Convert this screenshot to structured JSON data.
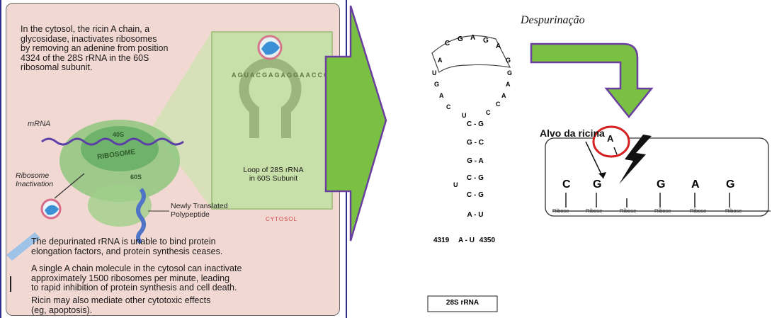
{
  "left": {
    "intro": [
      "In the cytosol, the ricin A chain, a",
      "glycosidase, inactivates ribosomes",
      "by removing an adenine from position",
      "4324 of the 28S rRNA in the 60S",
      "ribosomal subunit."
    ],
    "mrna": "mRNA",
    "ribo_inact": [
      "Ribosome",
      "Inactivation"
    ],
    "s40": "40S",
    "ribosome": "RIBOSOME",
    "s60": "60S",
    "loop_caption": [
      "Loop of 28S rRNA",
      "in 60S Subunit"
    ],
    "loop_seq": "AGUACGAGAGGAACCGCA",
    "polypeptide": [
      "Newly Translated",
      "Polypeptide"
    ],
    "cytosol": "CYTOSOL",
    "para2": [
      "The depurinated rRNA is unable to bind protein",
      "elongation factors, and protein synthesis ceases."
    ],
    "para3": [
      "A single A chain molecule in the cytosol can inactivate",
      "approximately 1500 ribosomes per minute, leading",
      "to rapid inhibition of protein synthesis and cell death."
    ],
    "para4": [
      "Ricin may also mediate other cytotoxic effects",
      "(eg, apoptosis)."
    ]
  },
  "right": {
    "despurinacao": "Despurinação",
    "loop_top": [
      "C",
      "G",
      "A",
      "G",
      "A"
    ],
    "loop_left": [
      "A",
      "U",
      "G",
      "A",
      "C",
      "U"
    ],
    "loop_right": [
      "G",
      "G",
      "A",
      "A",
      "C",
      "C"
    ],
    "pairs": [
      "C - G",
      "G - C",
      "G - A",
      "C - G",
      "C - G",
      "A - U"
    ],
    "bulge": "U",
    "bottom_pair": "A - U",
    "pos_left": "4319",
    "pos_right": "4350",
    "rrna_label": "28S rRNA",
    "alvo": "Alvo da ricina",
    "circle_base": "A",
    "bases": [
      "C",
      "G",
      "",
      "G",
      "A",
      "G"
    ],
    "ribose": "Ribose"
  },
  "colors": {
    "arrow_green": "#7ac143",
    "arrow_border": "#6a3fa0",
    "circle_red": "#d42020",
    "panel_bg": "#f2d8d2"
  }
}
